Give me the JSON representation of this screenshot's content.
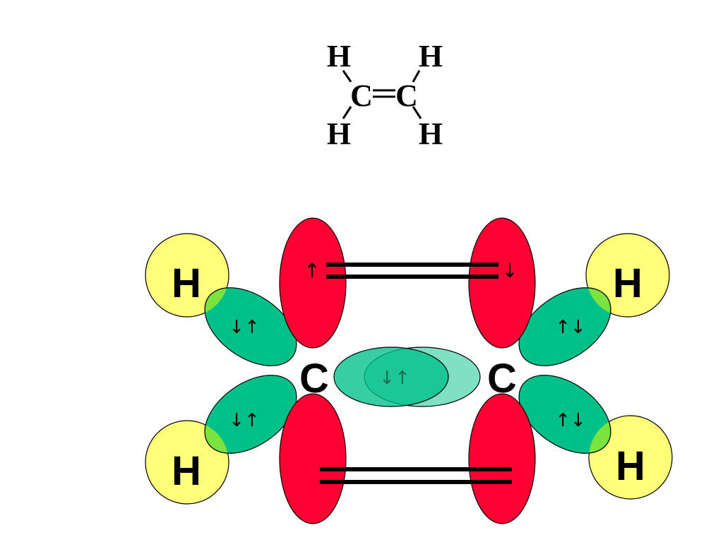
{
  "lewis_structure": {
    "atoms": [
      {
        "id": "h-top-left",
        "label": "H"
      },
      {
        "id": "h-top-right",
        "label": "H"
      },
      {
        "id": "c-left",
        "label": "C"
      },
      {
        "id": "c-right",
        "label": "C"
      },
      {
        "id": "h-bottom-left",
        "label": "H"
      },
      {
        "id": "h-bottom-right",
        "label": "H"
      }
    ],
    "bonds": [
      "single",
      "single",
      "double",
      "single",
      "single"
    ]
  },
  "orbital_diagram": {
    "atoms": {
      "carbon_left": "C",
      "carbon_right": "C",
      "hydrogen_top_left": "H",
      "hydrogen_top_right": "H",
      "hydrogen_bottom_left": "H",
      "hydrogen_bottom_right": "H"
    },
    "spins": {
      "pi_left": "↑",
      "pi_right": "↓",
      "sigma_ch_top_left": "↓↑",
      "sigma_ch_bottom_left": "↓↑",
      "sigma_ch_top_right": "↑↓",
      "sigma_ch_bottom_right": "↑↓",
      "sigma_cc": "↓↑"
    },
    "colors": {
      "p_orbital": "#ff0033",
      "sp2_orbital": "#00c08a",
      "sigma_cc_overlap": "#7fe0c4",
      "hydrogen_1s": "#ffff7a",
      "overlap_region": "#7ce23e",
      "bond_line": "#000000"
    }
  }
}
